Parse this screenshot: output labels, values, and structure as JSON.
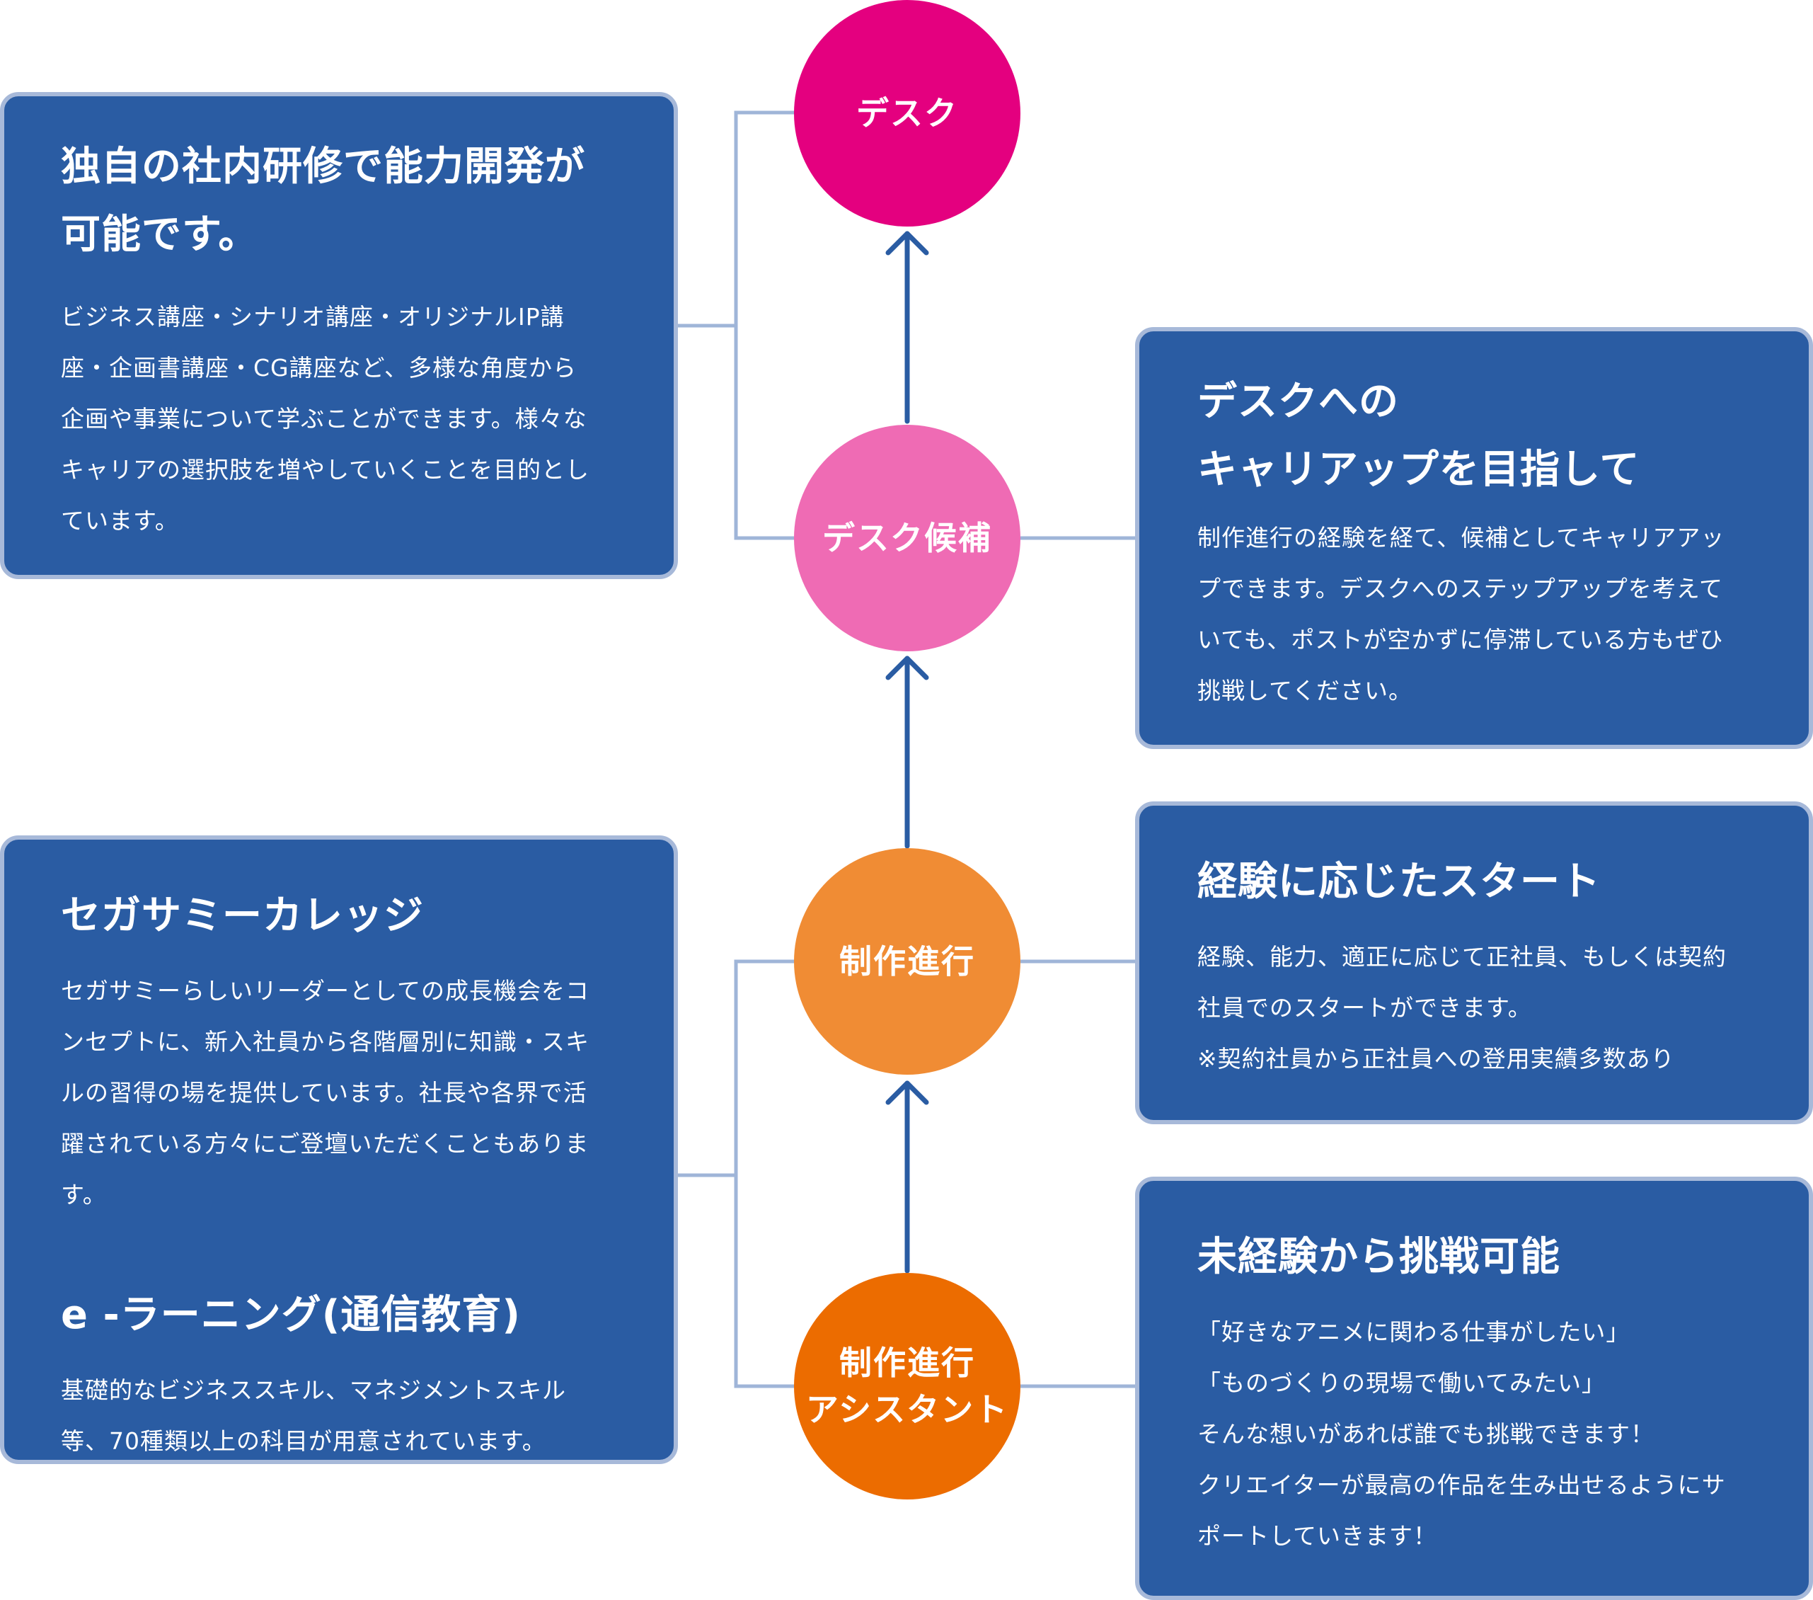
{
  "stages": {
    "desk": {
      "label": "デスク",
      "color": "#e4007f"
    },
    "desk_candidate": {
      "label": "デスク候補",
      "color": "#ef6bb4"
    },
    "production": {
      "label": "制作進行",
      "color": "#f08c34"
    },
    "assistant": {
      "line1": "制作進行",
      "line2": "アシスタント",
      "color": "#ec6c00"
    }
  },
  "left_top_card": {
    "title_line1": "独自の社内研修で能力開発が",
    "title_line2": "可能です。",
    "body": [
      "ビジネス講座・シナリオ講座・オリジナルIP講",
      "座・企画書講座・CG講座など、多様な角度から",
      "企画や事業について学ぶことができます。様々な",
      "キャリアの選択肢を増やしていくことを目的とし",
      "ています。"
    ]
  },
  "left_bottom_card": {
    "section1_title": "セガサミーカレッジ",
    "section1_body": [
      "セガサミーらしいリーダーとしての成長機会をコ",
      "ンセプトに、新入社員から各階層別に知識・スキ",
      "ルの習得の場を提供しています。社長や各界で活",
      "躍されている方々にご登壇いただくこともあります。"
    ],
    "section2_title": "e -ラーニング(通信教育)",
    "section2_body": [
      "基礎的なビジネススキル、マネジメントスキル",
      "等、70種類以上の科目が用意されています。"
    ]
  },
  "right_card_1": {
    "title_line1": "デスクへの",
    "title_line2": "キャリアップを目指して",
    "body": [
      "制作進行の経験を経て、候補としてキャリアアッ",
      "プできます。デスクへのステップアップを考えて",
      "いても、ポストが空かずに停滞している方もぜひ",
      "挑戦してください。"
    ]
  },
  "right_card_2": {
    "title": "経験に応じたスタート",
    "body": [
      "経験、能力、適正に応じて正社員、もしくは契約",
      "社員でのスタートができます。",
      "※契約社員から正社員への登用実績多数あり"
    ]
  },
  "right_card_3": {
    "title": "未経験から挑戦可能",
    "body": [
      "「好きなアニメに関わる仕事がしたい」",
      "「ものづくりの現場で働いてみたい」",
      "そんな想いがあれば誰でも挑戦できます！",
      "クリエイターが最高の作品を生み出せるように",
      "ポートしていきます！"
    ],
    "body_line4_tail": "サ"
  },
  "colors": {
    "card_bg": "#2a5ca3",
    "card_border": "#a7b9d9",
    "arrow": "#2a5ca3",
    "connector": "#9fb5d8"
  }
}
